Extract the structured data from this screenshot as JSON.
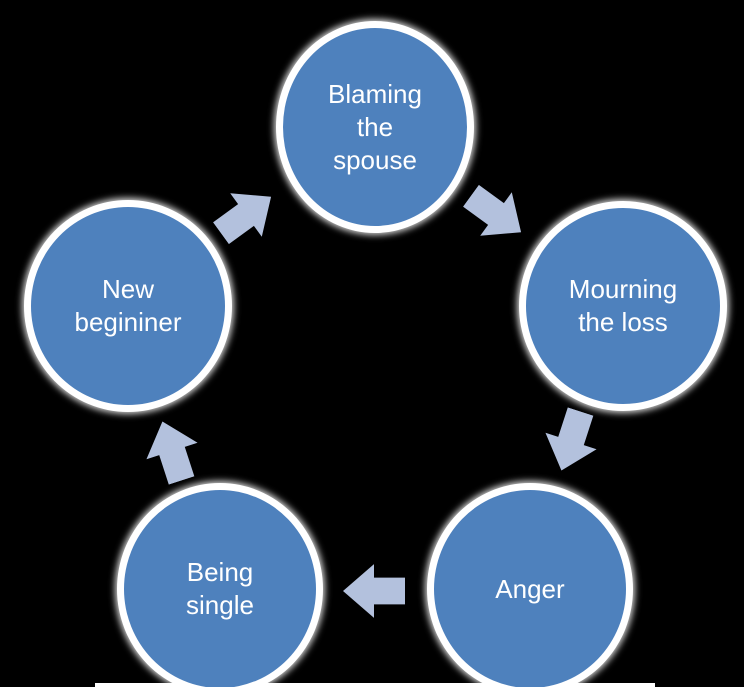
{
  "diagram": {
    "type": "cycle",
    "direction": "clockwise",
    "colors": {
      "background": "#000000",
      "node_fill": "#4e81bd",
      "node_ring": "#ffffff",
      "arrow_fill": "#b3c1dd",
      "text": "#ffffff"
    },
    "nodes": [
      {
        "id": "blaming-the-spouse",
        "label": "Blaming\nthe\nspouse"
      },
      {
        "id": "mourning-the-loss",
        "label": "Mourning\nthe loss"
      },
      {
        "id": "anger",
        "label": "Anger"
      },
      {
        "id": "being-single",
        "label": "Being\nsingle"
      },
      {
        "id": "new-begininer",
        "label": "New\nbegininer"
      }
    ],
    "arrows": [
      {
        "from": "blaming-the-spouse",
        "to": "mourning-the-loss"
      },
      {
        "from": "mourning-the-loss",
        "to": "anger"
      },
      {
        "from": "anger",
        "to": "being-single"
      },
      {
        "from": "being-single",
        "to": "new-begininer"
      },
      {
        "from": "new-begininer",
        "to": "blaming-the-spouse"
      }
    ]
  }
}
